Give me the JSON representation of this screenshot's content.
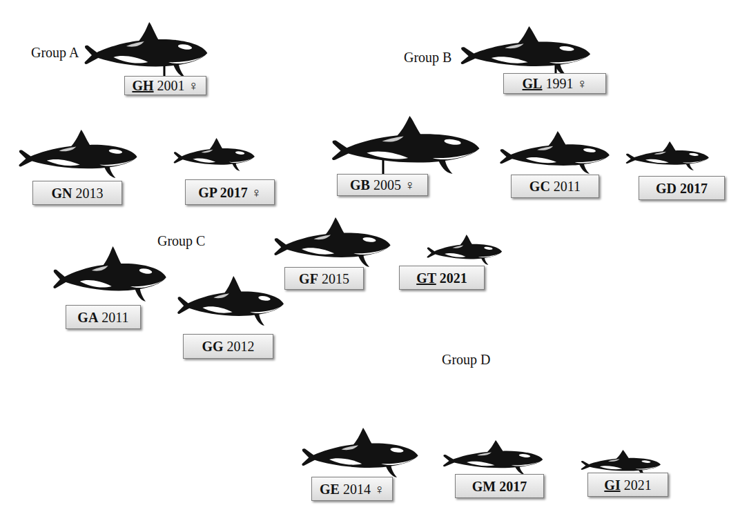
{
  "diagram": {
    "nodes": [
      {
        "text": [
          "Group A"
        ]
      },
      {
        "text": [
          "GH 2001 ♀"
        ],
        "in": 0
      },
      {
        "text": [
          "GN 2013"
        ],
        "in": 0
      },
      {
        "text": [
          "GP 2017 ♀"
        ],
        "in": 0
      },
      {
        "text": [
          "Group B"
        ]
      },
      {
        "text": [
          "GL 1991 ♀"
        ],
        "in": 4
      },
      {
        "text": [
          "GB 2005 ♀"
        ],
        "in": 4
      },
      {
        "text": [
          "GC 2011"
        ],
        "in": 4
      },
      {
        "text": [
          "GD 2017"
        ],
        "in": 4
      },
      {
        "text": [
          "GF 2015"
        ],
        "in": 4
      },
      {
        "text": [
          "GT 2021"
        ],
        "in": 4
      },
      {
        "text": [
          "Group C"
        ]
      },
      {
        "text": [
          "GA 2011"
        ],
        "in": 11
      },
      {
        "text": [
          "GG 2012"
        ],
        "in": 11
      },
      {
        "text": [
          "Group D"
        ]
      },
      {
        "text": [
          "GE 2014 ♀"
        ],
        "in": 14
      },
      {
        "text": [
          "GM 2017"
        ],
        "in": 14
      },
      {
        "text": [
          "GI 2021"
        ],
        "in": 14
      }
    ],
    "edges": [
      {
        "from": 1,
        "to": 2,
        "arrow": "none"
      },
      {
        "from": 1,
        "to": 3,
        "arrow": "none"
      },
      {
        "from": 5,
        "to": 6,
        "arrow": "none"
      },
      {
        "from": 5,
        "to": 7,
        "arrow": "none"
      },
      {
        "from": 5,
        "to": 8,
        "arrow": "none"
      },
      {
        "from": 6,
        "to": 9,
        "arrow": "none"
      },
      {
        "from": 6,
        "to": 10,
        "arrow": "none"
      },
      {
        "from": 15,
        "to": 16,
        "arrow": "none"
      },
      {
        "from": 15,
        "to": 17,
        "arrow": "none"
      }
    ]
  }
}
